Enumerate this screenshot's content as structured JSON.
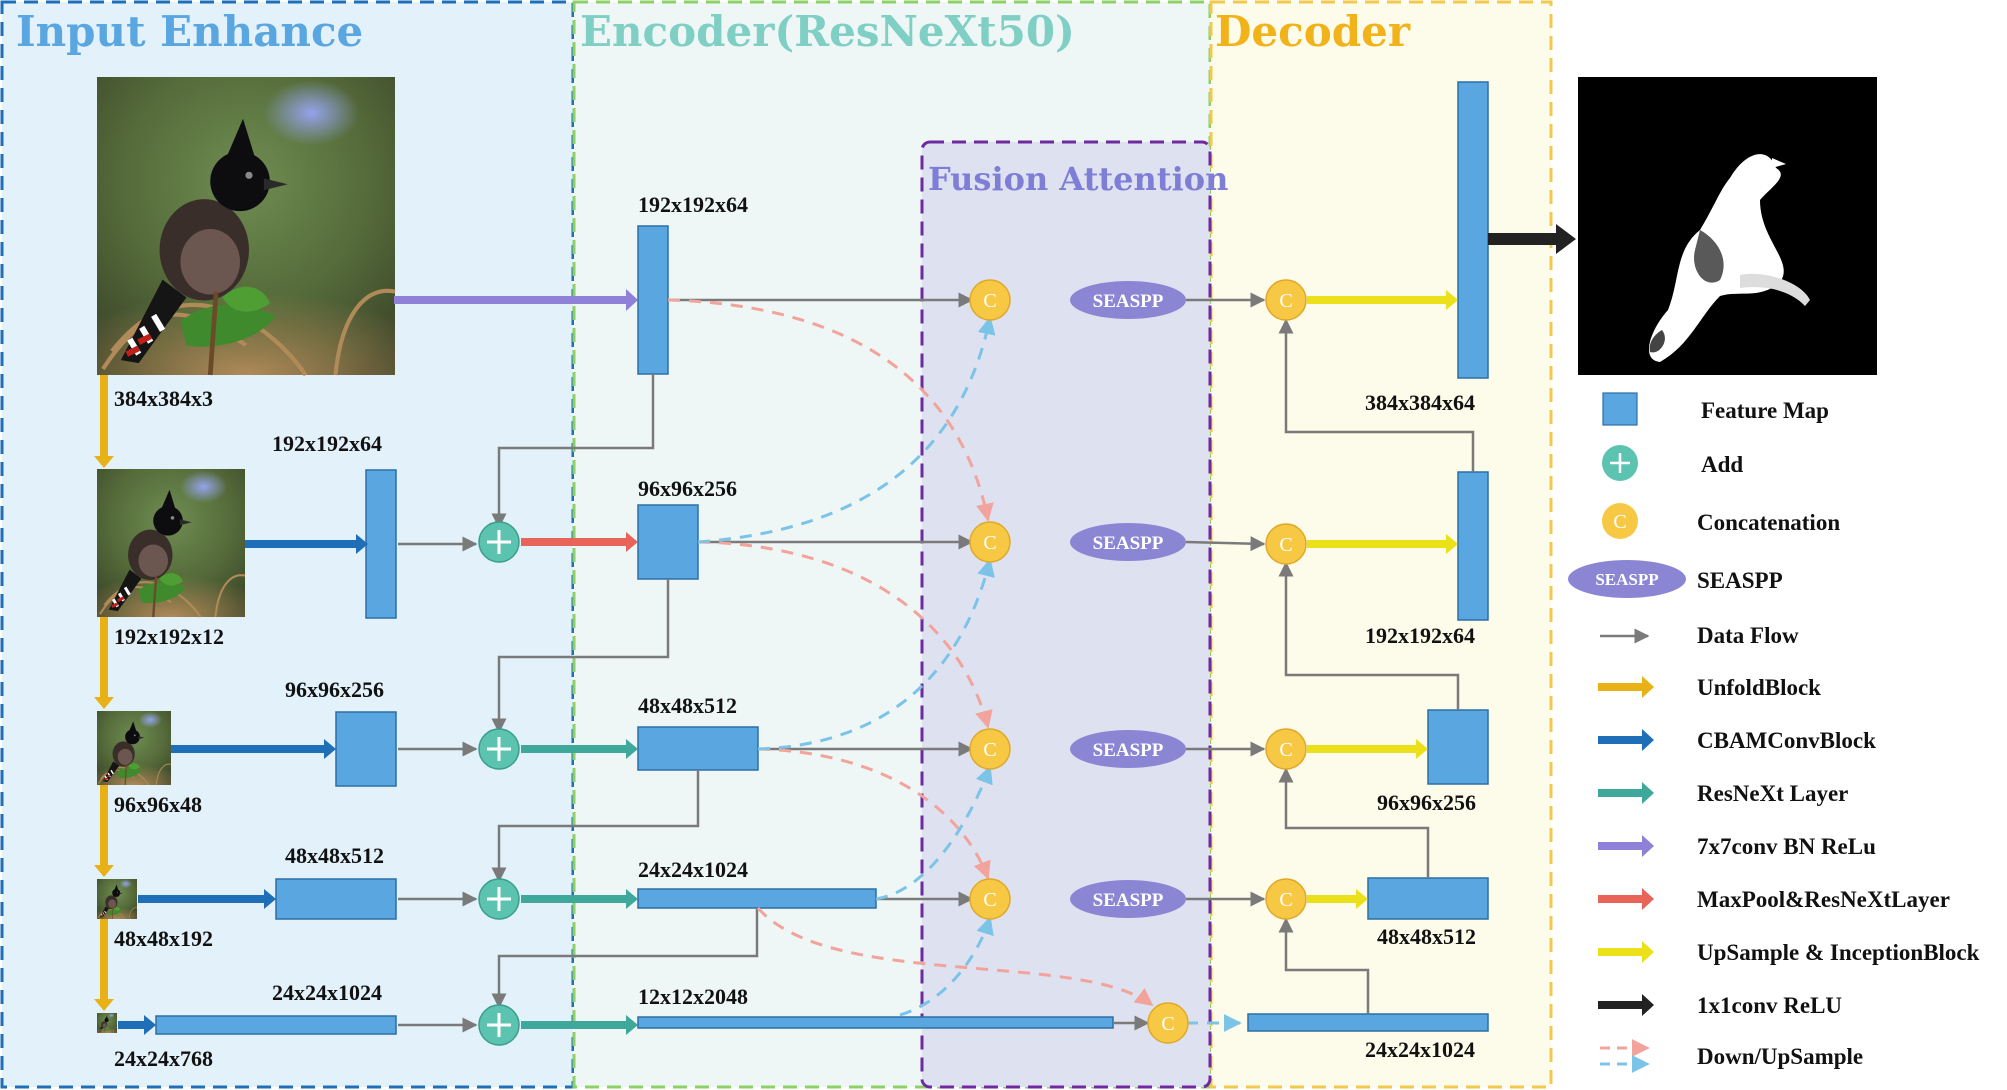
{
  "sections": {
    "input_enhance": "Input Enhance",
    "encoder": "Encoder(ResNeXt50)",
    "decoder": "Decoder",
    "fusion_attention": "Fusion Attention"
  },
  "input_dims": [
    "384x384x3",
    "192x192x12",
    "96x96x48",
    "48x48x192",
    "24x24x768"
  ],
  "enhance_dims": [
    "192x192x64",
    "96x96x256",
    "48x48x512",
    "24x24x1024"
  ],
  "encoder_dims": [
    "192x192x64",
    "96x96x256",
    "48x48x512",
    "24x24x1024",
    "12x12x2048"
  ],
  "decoder_dims": [
    "384x384x64",
    "192x192x64",
    "96x96x256",
    "48x48x512",
    "24x24x1024"
  ],
  "node_labels": {
    "concat": "C",
    "seaspp": "SEASPP"
  },
  "legend": [
    {
      "key": "feature_map",
      "label": "Feature Map"
    },
    {
      "key": "add",
      "label": "Add"
    },
    {
      "key": "concat",
      "label": "Concatenation"
    },
    {
      "key": "seaspp",
      "label": "SEASPP"
    },
    {
      "key": "data_flow",
      "label": "Data Flow"
    },
    {
      "key": "unfold",
      "label": "UnfoldBlock"
    },
    {
      "key": "cbam",
      "label": "CBAMConvBlock"
    },
    {
      "key": "resnext",
      "label": "ResNeXt Layer"
    },
    {
      "key": "conv7",
      "label": "7x7conv BN ReLu"
    },
    {
      "key": "maxpool",
      "label": "MaxPool&ResNeXtLayer"
    },
    {
      "key": "upsample",
      "label": "UpSample & InceptionBlock"
    },
    {
      "key": "conv1",
      "label": "1x1conv ReLU"
    },
    {
      "key": "downup",
      "label": "Down/UpSample"
    }
  ],
  "colors": {
    "feature_map": "#5aa6e0",
    "add": "#5cc3b0",
    "concat": "#f7c844",
    "seaspp": "#8a86d4",
    "data_flow": "#7a7a7a",
    "unfold": "#e8b217",
    "cbam": "#1f6fb8",
    "resnext": "#3ea99a",
    "conv7": "#8f80d8",
    "maxpool": "#e86459",
    "upsample": "#ece01a",
    "conv1": "#222222",
    "down": "#f2a39b",
    "up": "#7cc3e8",
    "input_title": "#5aa6e0",
    "encoder_title": "#7fcfc4",
    "decoder_title": "#f2b21a",
    "fusion_title": "#7e7ed6"
  }
}
